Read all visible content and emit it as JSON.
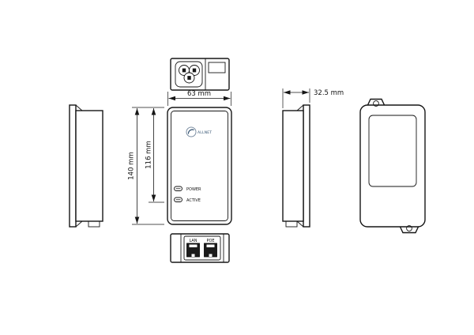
{
  "drawing": {
    "dims": {
      "front_width": "63 mm",
      "front_height": "140 mm",
      "led_offset": "116 mm",
      "side_depth": "32.5 mm"
    },
    "front": {
      "logo_text": "ALLNET",
      "led_power": "POWER",
      "led_active": "ACTIVE"
    },
    "bottom": {
      "port_lan": "LAN",
      "port_poe": "POE"
    },
    "colors": {
      "line": "#161616",
      "port_fill": "#1b1b1b",
      "logo_accent": "#30506f"
    }
  }
}
